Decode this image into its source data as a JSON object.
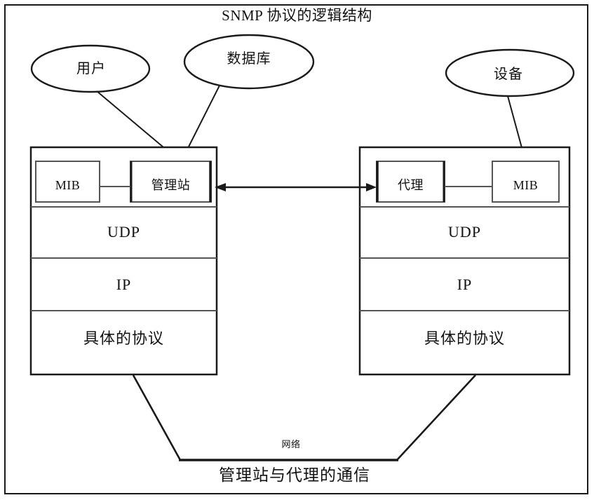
{
  "diagram": {
    "title": "SNMP 协议的逻辑结构",
    "caption": "管理站与代理的通信",
    "network_label": "网络",
    "ellipses": [
      {
        "id": "user",
        "label": "用户"
      },
      {
        "id": "database",
        "label": "数据库"
      },
      {
        "id": "device",
        "label": "设备"
      }
    ],
    "stacks": [
      {
        "id": "manager",
        "top_boxes": [
          {
            "id": "mib-left",
            "label": "MIB"
          },
          {
            "id": "manager-station",
            "label": "管理站"
          }
        ],
        "layers": [
          {
            "id": "udp",
            "label": "UDP"
          },
          {
            "id": "ip",
            "label": "IP"
          },
          {
            "id": "protocol",
            "label": "具体的协议"
          }
        ]
      },
      {
        "id": "agent",
        "top_boxes": [
          {
            "id": "agent-box",
            "label": "代理"
          },
          {
            "id": "mib-right",
            "label": "MIB"
          }
        ],
        "layers": [
          {
            "id": "udp",
            "label": "UDP"
          },
          {
            "id": "ip",
            "label": "IP"
          },
          {
            "id": "protocol",
            "label": "具体的协议"
          }
        ]
      }
    ],
    "connector": {
      "id": "manager-agent-link",
      "style": "double-arrow"
    },
    "colors": {
      "stroke": "#1a1a1a",
      "inner_stroke": "#6b6b6b",
      "text": "#121212",
      "background": "#ffffff"
    }
  }
}
